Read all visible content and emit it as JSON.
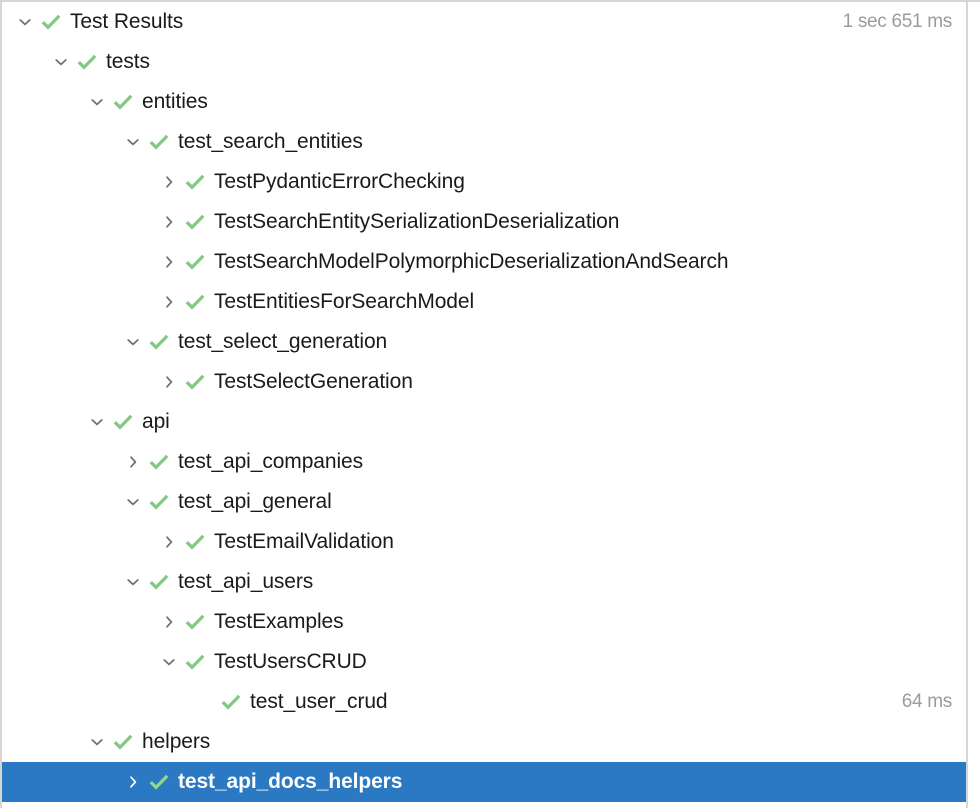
{
  "panel": {
    "name": "test-results-tree",
    "root_label": "Test Results",
    "accent_selected": "#2a79c2",
    "accent_pass": "#83c882",
    "text_color": "#1a1a1a",
    "duration_color": "#9b9b9b",
    "border_color": "#d6d6d6"
  },
  "icons": {
    "expanded": "chevron-down-icon",
    "collapsed": "chevron-right-icon",
    "passed": "check-passed-icon"
  },
  "rows": [
    {
      "label": "Test Results",
      "depth": 0,
      "twisty": "expanded",
      "status": "passed",
      "duration": "1 sec 651 ms",
      "selected": false,
      "name": "tree-row-test-results"
    },
    {
      "label": "tests",
      "depth": 1,
      "twisty": "expanded",
      "status": "passed",
      "duration": "",
      "selected": false,
      "name": "tree-row-tests"
    },
    {
      "label": "entities",
      "depth": 2,
      "twisty": "expanded",
      "status": "passed",
      "duration": "",
      "selected": false,
      "name": "tree-row-entities"
    },
    {
      "label": "test_search_entities",
      "depth": 3,
      "twisty": "expanded",
      "status": "passed",
      "duration": "",
      "selected": false,
      "name": "tree-row-test-search-entities"
    },
    {
      "label": "TestPydanticErrorChecking",
      "depth": 4,
      "twisty": "collapsed",
      "status": "passed",
      "duration": "",
      "selected": false,
      "name": "tree-row-testpydanticerrorchecking"
    },
    {
      "label": "TestSearchEntitySerializationDeserialization",
      "depth": 4,
      "twisty": "collapsed",
      "status": "passed",
      "duration": "",
      "selected": false,
      "name": "tree-row-testsearchentityserializationdeserialization"
    },
    {
      "label": "TestSearchModelPolymorphicDeserializationAndSearch",
      "depth": 4,
      "twisty": "collapsed",
      "status": "passed",
      "duration": "",
      "selected": false,
      "name": "tree-row-testsearchmodelpolymorphicdeserializationandsearch"
    },
    {
      "label": "TestEntitiesForSearchModel",
      "depth": 4,
      "twisty": "collapsed",
      "status": "passed",
      "duration": "",
      "selected": false,
      "name": "tree-row-testentitiesforsearchmodel"
    },
    {
      "label": "test_select_generation",
      "depth": 3,
      "twisty": "expanded",
      "status": "passed",
      "duration": "",
      "selected": false,
      "name": "tree-row-test-select-generation"
    },
    {
      "label": "TestSelectGeneration",
      "depth": 4,
      "twisty": "collapsed",
      "status": "passed",
      "duration": "",
      "selected": false,
      "name": "tree-row-testselectgeneration"
    },
    {
      "label": "api",
      "depth": 2,
      "twisty": "expanded",
      "status": "passed",
      "duration": "",
      "selected": false,
      "name": "tree-row-api"
    },
    {
      "label": "test_api_companies",
      "depth": 3,
      "twisty": "collapsed",
      "status": "passed",
      "duration": "",
      "selected": false,
      "name": "tree-row-test-api-companies"
    },
    {
      "label": "test_api_general",
      "depth": 3,
      "twisty": "expanded",
      "status": "passed",
      "duration": "",
      "selected": false,
      "name": "tree-row-test-api-general"
    },
    {
      "label": "TestEmailValidation",
      "depth": 4,
      "twisty": "collapsed",
      "status": "passed",
      "duration": "",
      "selected": false,
      "name": "tree-row-testemailvalidation"
    },
    {
      "label": "test_api_users",
      "depth": 3,
      "twisty": "expanded",
      "status": "passed",
      "duration": "",
      "selected": false,
      "name": "tree-row-test-api-users"
    },
    {
      "label": "TestExamples",
      "depth": 4,
      "twisty": "collapsed",
      "status": "passed",
      "duration": "",
      "selected": false,
      "name": "tree-row-testexamples"
    },
    {
      "label": "TestUsersCRUD",
      "depth": 4,
      "twisty": "expanded",
      "status": "passed",
      "duration": "",
      "selected": false,
      "name": "tree-row-testuserscrud"
    },
    {
      "label": "test_user_crud",
      "depth": 5,
      "twisty": "none",
      "status": "passed",
      "duration": "64 ms",
      "selected": false,
      "name": "tree-row-test-user-crud"
    },
    {
      "label": "helpers",
      "depth": 2,
      "twisty": "expanded",
      "status": "passed",
      "duration": "",
      "selected": false,
      "name": "tree-row-helpers"
    },
    {
      "label": "test_api_docs_helpers",
      "depth": 3,
      "twisty": "collapsed",
      "status": "passed",
      "duration": "",
      "selected": true,
      "name": "tree-row-test-api-docs-helpers"
    }
  ]
}
